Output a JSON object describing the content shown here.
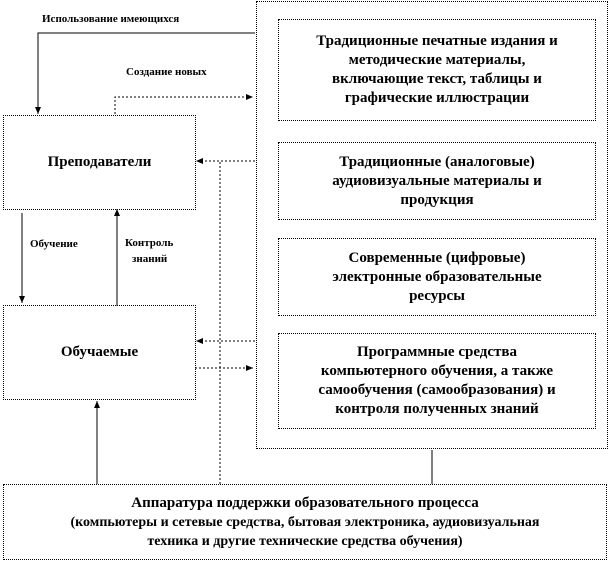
{
  "labels": {
    "use_existing": "Использование имеющихся",
    "create_new": "Создание новых",
    "teaching": "Обучение",
    "control_line1": "Контроль",
    "control_line2": "знаний"
  },
  "boxes": {
    "teachers": "Преподаватели",
    "learners": "Обучаемые",
    "hardware_title": "Аппаратура поддержки образовательного процесса",
    "hardware_line2": "(компьютеры и сетевые средства, бытовая электроника, аудиовизуальная",
    "hardware_line3": "техника и другие технические средства обучения)"
  },
  "resources": [
    {
      "lines": [
        "Традиционные печатные издания и",
        "методические материалы,",
        "включающие текст, таблицы и",
        "графические иллюстрации"
      ]
    },
    {
      "lines": [
        "Традиционные (аналоговые)",
        "аудиовизуальные материалы и",
        "продукция"
      ]
    },
    {
      "lines": [
        "Современные (цифровые)",
        "электронные образовательные",
        "ресурсы"
      ]
    },
    {
      "lines": [
        "Программные средства",
        "компьютерного обучения, а также",
        "самообучения (самообразования) и",
        "контроля полученных знаний"
      ]
    }
  ]
}
